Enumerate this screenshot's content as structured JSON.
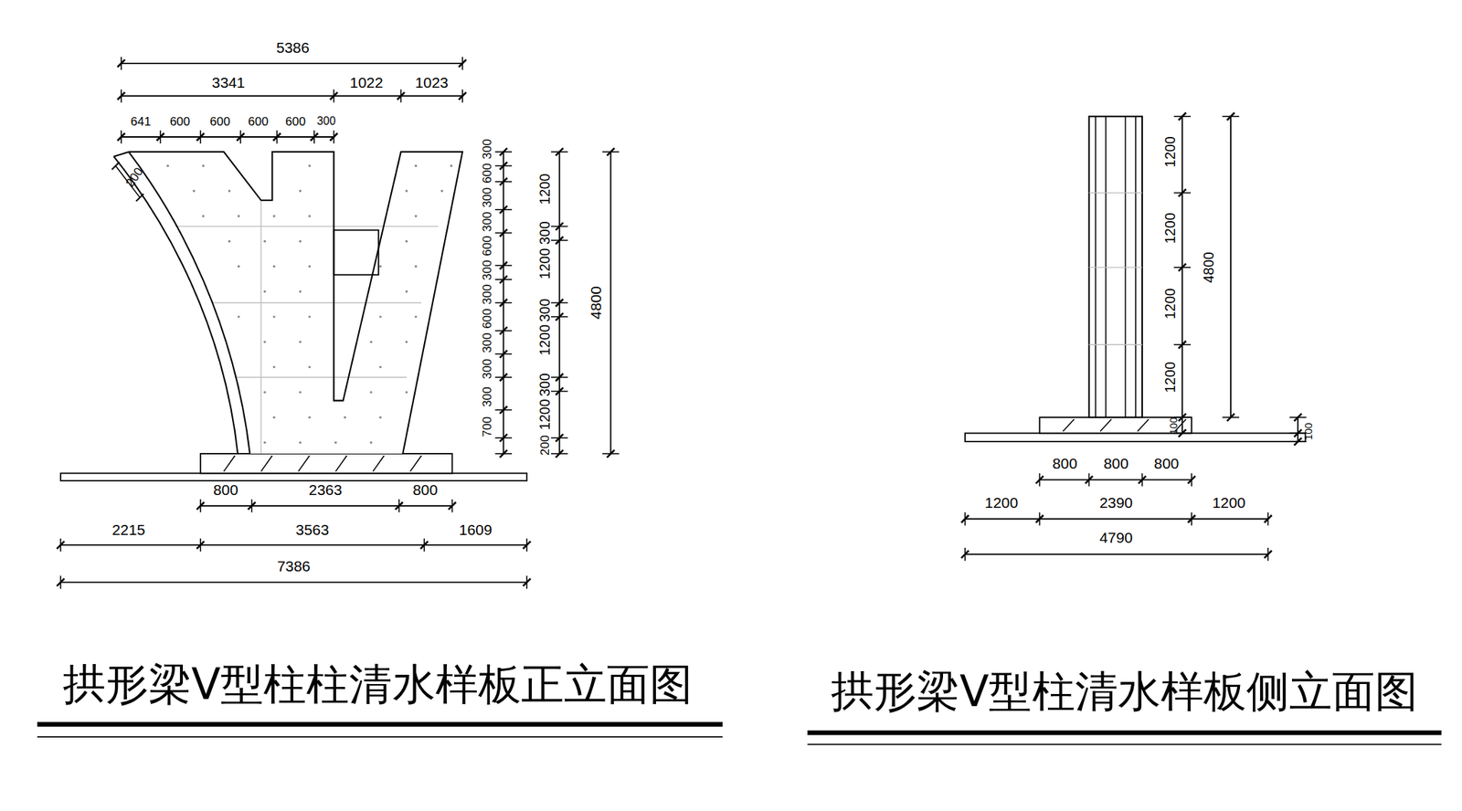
{
  "diagram": {
    "labels": [
      "5386",
      "3341",
      "1022",
      "1023",
      "641",
      "600",
      "600",
      "600",
      "600",
      "300",
      "200",
      "300",
      "600",
      "300",
      "300",
      "600",
      "300",
      "300",
      "600",
      "300",
      "300",
      "300",
      "700",
      "1200",
      "300",
      "1200",
      "300",
      "1200",
      "300",
      "1200",
      "200",
      "4800",
      "800",
      "2363",
      "800",
      "2215",
      "3563",
      "1609",
      "7386",
      "拱形梁V型柱柱清水样板正立面图",
      "1200",
      "1200",
      "1200",
      "1200",
      "4800",
      "100",
      "100",
      "800",
      "800",
      "800",
      "1200",
      "2390",
      "1200",
      "4790",
      "拱形梁V型柱清水样板侧立面图"
    ]
  }
}
